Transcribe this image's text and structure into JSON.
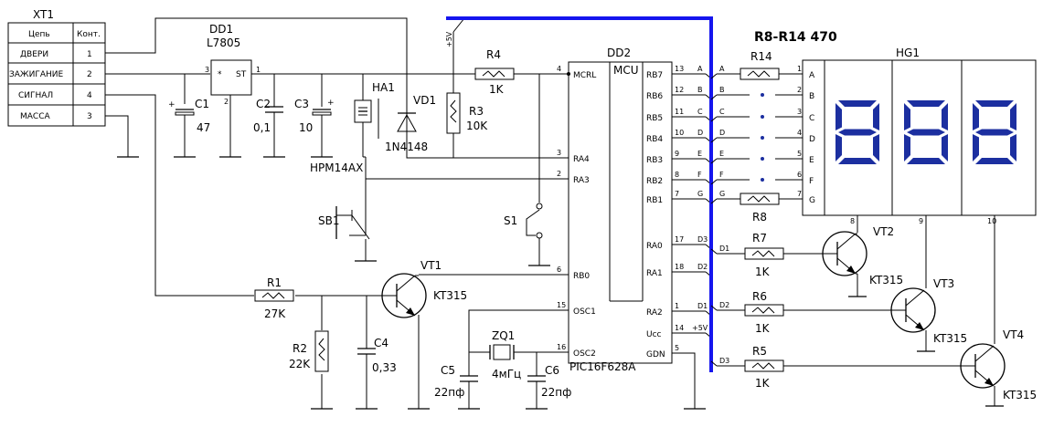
{
  "connector": {
    "ref": "XT1",
    "header_circuit": "Цепь",
    "header_contact": "Конт.",
    "rows": [
      {
        "name": "ДВЕРИ",
        "pin": "1"
      },
      {
        "name": "ЗАЖИГАНИЕ",
        "pin": "2"
      },
      {
        "name": "СИГНАЛ",
        "pin": "4"
      },
      {
        "name": "МАССА",
        "pin": "3"
      }
    ]
  },
  "regulator": {
    "ref": "DD1",
    "part": "L7805",
    "pin_in": "3",
    "pin_out": "1",
    "pin_gnd": "2",
    "mark_star": "*",
    "mark_st": "ST"
  },
  "caps": {
    "c1": {
      "ref": "C1",
      "value": "47"
    },
    "c2": {
      "ref": "C2",
      "value": "0,1"
    },
    "c3": {
      "ref": "C3",
      "value": "10"
    },
    "c4": {
      "ref": "C4",
      "value": "0,33"
    },
    "c5": {
      "ref": "C5",
      "value": "22пф"
    },
    "c6": {
      "ref": "C6",
      "value": "22пф"
    }
  },
  "ha1": {
    "ref": "HA1",
    "part": "HPM14AX"
  },
  "vd1": {
    "ref": "VD1",
    "part": "1N4148"
  },
  "supply_label": "+5V",
  "r1": {
    "ref": "R1",
    "value": "27K"
  },
  "r2": {
    "ref": "R2",
    "value": "22K"
  },
  "r3": {
    "ref": "R3",
    "value": "10K"
  },
  "r4": {
    "ref": "R4",
    "value": "1K"
  },
  "r5": {
    "ref": "R5",
    "value": "1K"
  },
  "r6": {
    "ref": "R6",
    "value": "1K"
  },
  "r7": {
    "ref": "R7",
    "value": "1K"
  },
  "r8": {
    "ref": "R8"
  },
  "r14": {
    "ref": "R14"
  },
  "r_group": "R8-R14 470",
  "sb1": {
    "ref": "SB1"
  },
  "s1": {
    "ref": "S1"
  },
  "zq1": {
    "ref": "ZQ1",
    "value": "4мГц"
  },
  "vt1": {
    "ref": "VT1",
    "part": "KT315"
  },
  "vt2": {
    "ref": "VT2",
    "part": "KT315"
  },
  "vt3": {
    "ref": "VT3",
    "part": "KT315"
  },
  "vt4": {
    "ref": "VT4",
    "part": "KT315"
  },
  "mcu": {
    "ref": "DD2",
    "part": "PIC16F628A",
    "type_label": "MCU",
    "left_pins": [
      {
        "name": "MCRL",
        "num": "4"
      },
      {
        "name": "RA4",
        "num": "3"
      },
      {
        "name": "RA3",
        "num": "2"
      },
      {
        "name": "RB0",
        "num": "6"
      },
      {
        "name": "OSC1",
        "num": "15"
      },
      {
        "name": "OSC2",
        "num": "16"
      }
    ],
    "right_pins": [
      {
        "name": "RB7",
        "num": "13",
        "net": "A"
      },
      {
        "name": "RB6",
        "num": "12",
        "net": "B"
      },
      {
        "name": "RB5",
        "num": "11",
        "net": "C"
      },
      {
        "name": "RB4",
        "num": "10",
        "net": "D"
      },
      {
        "name": "RB3",
        "num": "9",
        "net": "E"
      },
      {
        "name": "RB2",
        "num": "8",
        "net": "F"
      },
      {
        "name": "RB1",
        "num": "7",
        "net": "G"
      },
      {
        "name": "RA0",
        "num": "17",
        "net": "D3"
      },
      {
        "name": "RA1",
        "num": "18",
        "net": "D2"
      },
      {
        "name": "RA2",
        "num": "1",
        "net": "D1"
      },
      {
        "name": "Ucc",
        "num": "14",
        "net": "+5V"
      },
      {
        "name": "GDN",
        "num": "5",
        "net": ""
      }
    ]
  },
  "bus_left_nets": [
    "A",
    "B",
    "C",
    "D",
    "E",
    "F",
    "G",
    "D1",
    "D2",
    "D3"
  ],
  "display": {
    "ref": "HG1",
    "in_nums": [
      "1",
      "2",
      "3",
      "4",
      "5",
      "6",
      "7"
    ],
    "seg_letters": [
      "A",
      "B",
      "C",
      "D",
      "E",
      "F",
      "G"
    ],
    "digit_pins": [
      "8",
      "9",
      "10"
    ]
  },
  "colors": {
    "bus": "#1515ee",
    "segments": "#1c2fa0",
    "wire": "#000000"
  }
}
